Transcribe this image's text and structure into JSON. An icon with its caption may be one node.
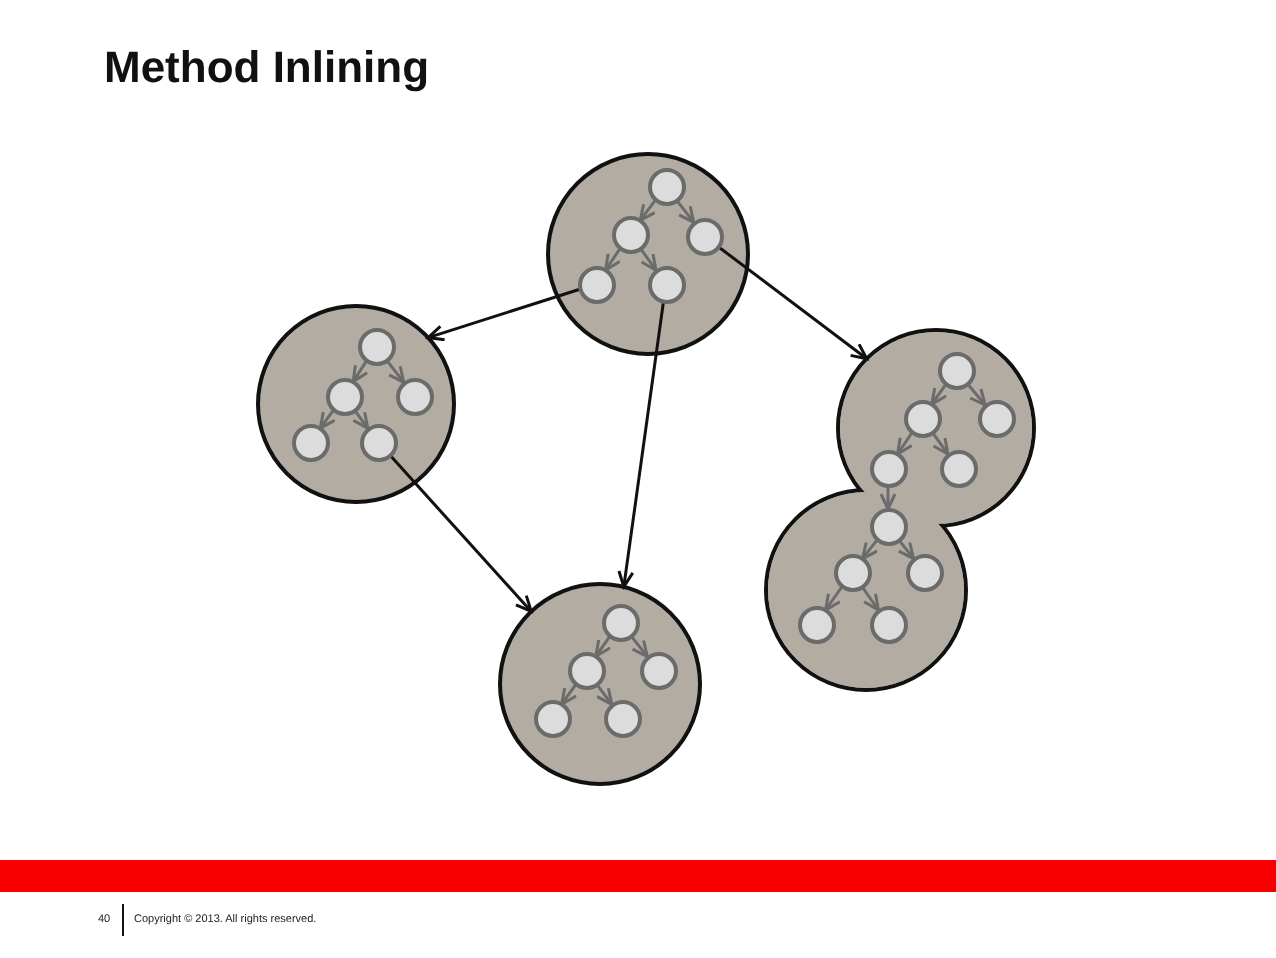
{
  "diagram": {
    "title": "Method Inlining",
    "nodes": [
      {
        "text": [],
        "shape": "circle"
      },
      {
        "text": [],
        "shape": "circle",
        "in": 0
      },
      {
        "text": [],
        "shape": "circle",
        "in": 0
      },
      {
        "text": [],
        "shape": "circle",
        "in": 0
      },
      {
        "text": [],
        "shape": "circle",
        "in": 0
      },
      {
        "text": [],
        "shape": "circle",
        "in": 0
      },
      {
        "text": [],
        "shape": "circle"
      },
      {
        "text": [],
        "shape": "circle",
        "in": 6
      },
      {
        "text": [],
        "shape": "circle",
        "in": 6
      },
      {
        "text": [],
        "shape": "circle",
        "in": 6
      },
      {
        "text": [],
        "shape": "circle",
        "in": 6
      },
      {
        "text": [],
        "shape": "circle",
        "in": 6
      },
      {
        "text": [],
        "shape": "blob"
      },
      {
        "text": [],
        "shape": "circle",
        "in": 12
      },
      {
        "text": [],
        "shape": "circle",
        "in": 12
      },
      {
        "text": [],
        "shape": "circle",
        "in": 12
      },
      {
        "text": [],
        "shape": "circle",
        "in": 12
      },
      {
        "text": [],
        "shape": "circle",
        "in": 12
      },
      {
        "text": [],
        "shape": "circle",
        "in": 12
      },
      {
        "text": [],
        "shape": "circle",
        "in": 12
      },
      {
        "text": [],
        "shape": "circle",
        "in": 12
      },
      {
        "text": [],
        "shape": "circle",
        "in": 12
      },
      {
        "text": [],
        "shape": "circle",
        "in": 12
      },
      {
        "text": [],
        "shape": "circle"
      },
      {
        "text": [],
        "shape": "circle",
        "in": 23
      },
      {
        "text": [],
        "shape": "circle",
        "in": 23
      },
      {
        "text": [],
        "shape": "circle",
        "in": 23
      },
      {
        "text": [],
        "shape": "circle",
        "in": 23
      },
      {
        "text": [],
        "shape": "circle",
        "in": 23
      }
    ],
    "edges": [
      {
        "from": 1,
        "to": 2,
        "arrow": "to"
      },
      {
        "from": 1,
        "to": 3,
        "arrow": "to"
      },
      {
        "from": 2,
        "to": 4,
        "arrow": "to"
      },
      {
        "from": 2,
        "to": 5,
        "arrow": "to"
      },
      {
        "from": 7,
        "to": 8,
        "arrow": "to"
      },
      {
        "from": 7,
        "to": 9,
        "arrow": "to"
      },
      {
        "from": 8,
        "to": 10,
        "arrow": "to"
      },
      {
        "from": 8,
        "to": 11,
        "arrow": "to"
      },
      {
        "from": 13,
        "to": 14,
        "arrow": "to"
      },
      {
        "from": 13,
        "to": 15,
        "arrow": "to"
      },
      {
        "from": 14,
        "to": 16,
        "arrow": "to"
      },
      {
        "from": 14,
        "to": 17,
        "arrow": "to"
      },
      {
        "from": 16,
        "to": 18,
        "arrow": "to"
      },
      {
        "from": 18,
        "to": 19,
        "arrow": "to"
      },
      {
        "from": 18,
        "to": 20,
        "arrow": "to"
      },
      {
        "from": 19,
        "to": 21,
        "arrow": "to"
      },
      {
        "from": 19,
        "to": 22,
        "arrow": "to"
      },
      {
        "from": 24,
        "to": 25,
        "arrow": "to"
      },
      {
        "from": 24,
        "to": 26,
        "arrow": "to"
      },
      {
        "from": 25,
        "to": 27,
        "arrow": "to"
      },
      {
        "from": 25,
        "to": 28,
        "arrow": "to"
      },
      {
        "from": 4,
        "to": 6,
        "arrow": "to",
        "color": "#111111"
      },
      {
        "from": 3,
        "to": 12,
        "arrow": "to",
        "color": "#111111"
      },
      {
        "from": 5,
        "to": 23,
        "arrow": "to",
        "color": "#111111"
      },
      {
        "from": 11,
        "to": 23,
        "arrow": "to",
        "color": "#111111"
      }
    ],
    "labels": [
      "40",
      "Copyright © 2013. All rights reserved."
    ]
  }
}
